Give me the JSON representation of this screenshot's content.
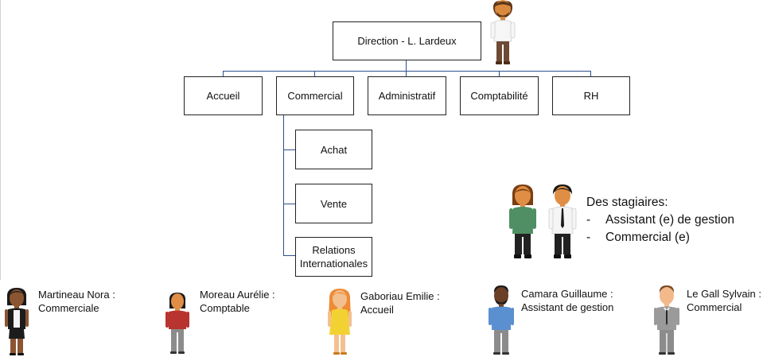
{
  "org": {
    "direction": "Direction - L. Lardeux",
    "departments": [
      "Accueil",
      "Commercial",
      "Administratif",
      "Comptabilité",
      "RH"
    ],
    "commercial_sub": [
      "Achat",
      "Vente",
      "Relations Internationales"
    ]
  },
  "interns": {
    "title": "Des stagiaires:",
    "bullet": "-",
    "items": [
      "Assistant (e) de gestion",
      "Commercial (e)"
    ]
  },
  "people": [
    {
      "name": "Martineau Nora :",
      "role": "Commerciale"
    },
    {
      "name": "Moreau Aurélie :",
      "role": "Comptable"
    },
    {
      "name": "Gaboriau Emilie :",
      "role": "Accueil"
    },
    {
      "name": "Camara Guillaume :",
      "role": "Assistant de gestion"
    },
    {
      "name": "Le Gall Sylvain :",
      "role": "Commercial"
    }
  ],
  "icons": [
    "director-avatar-icon",
    "intern-female-avatar-icon",
    "intern-male-avatar-icon",
    "person-avatar-icon"
  ],
  "colors": {
    "connector": "#2f4f8f",
    "box_border": "#222222"
  }
}
